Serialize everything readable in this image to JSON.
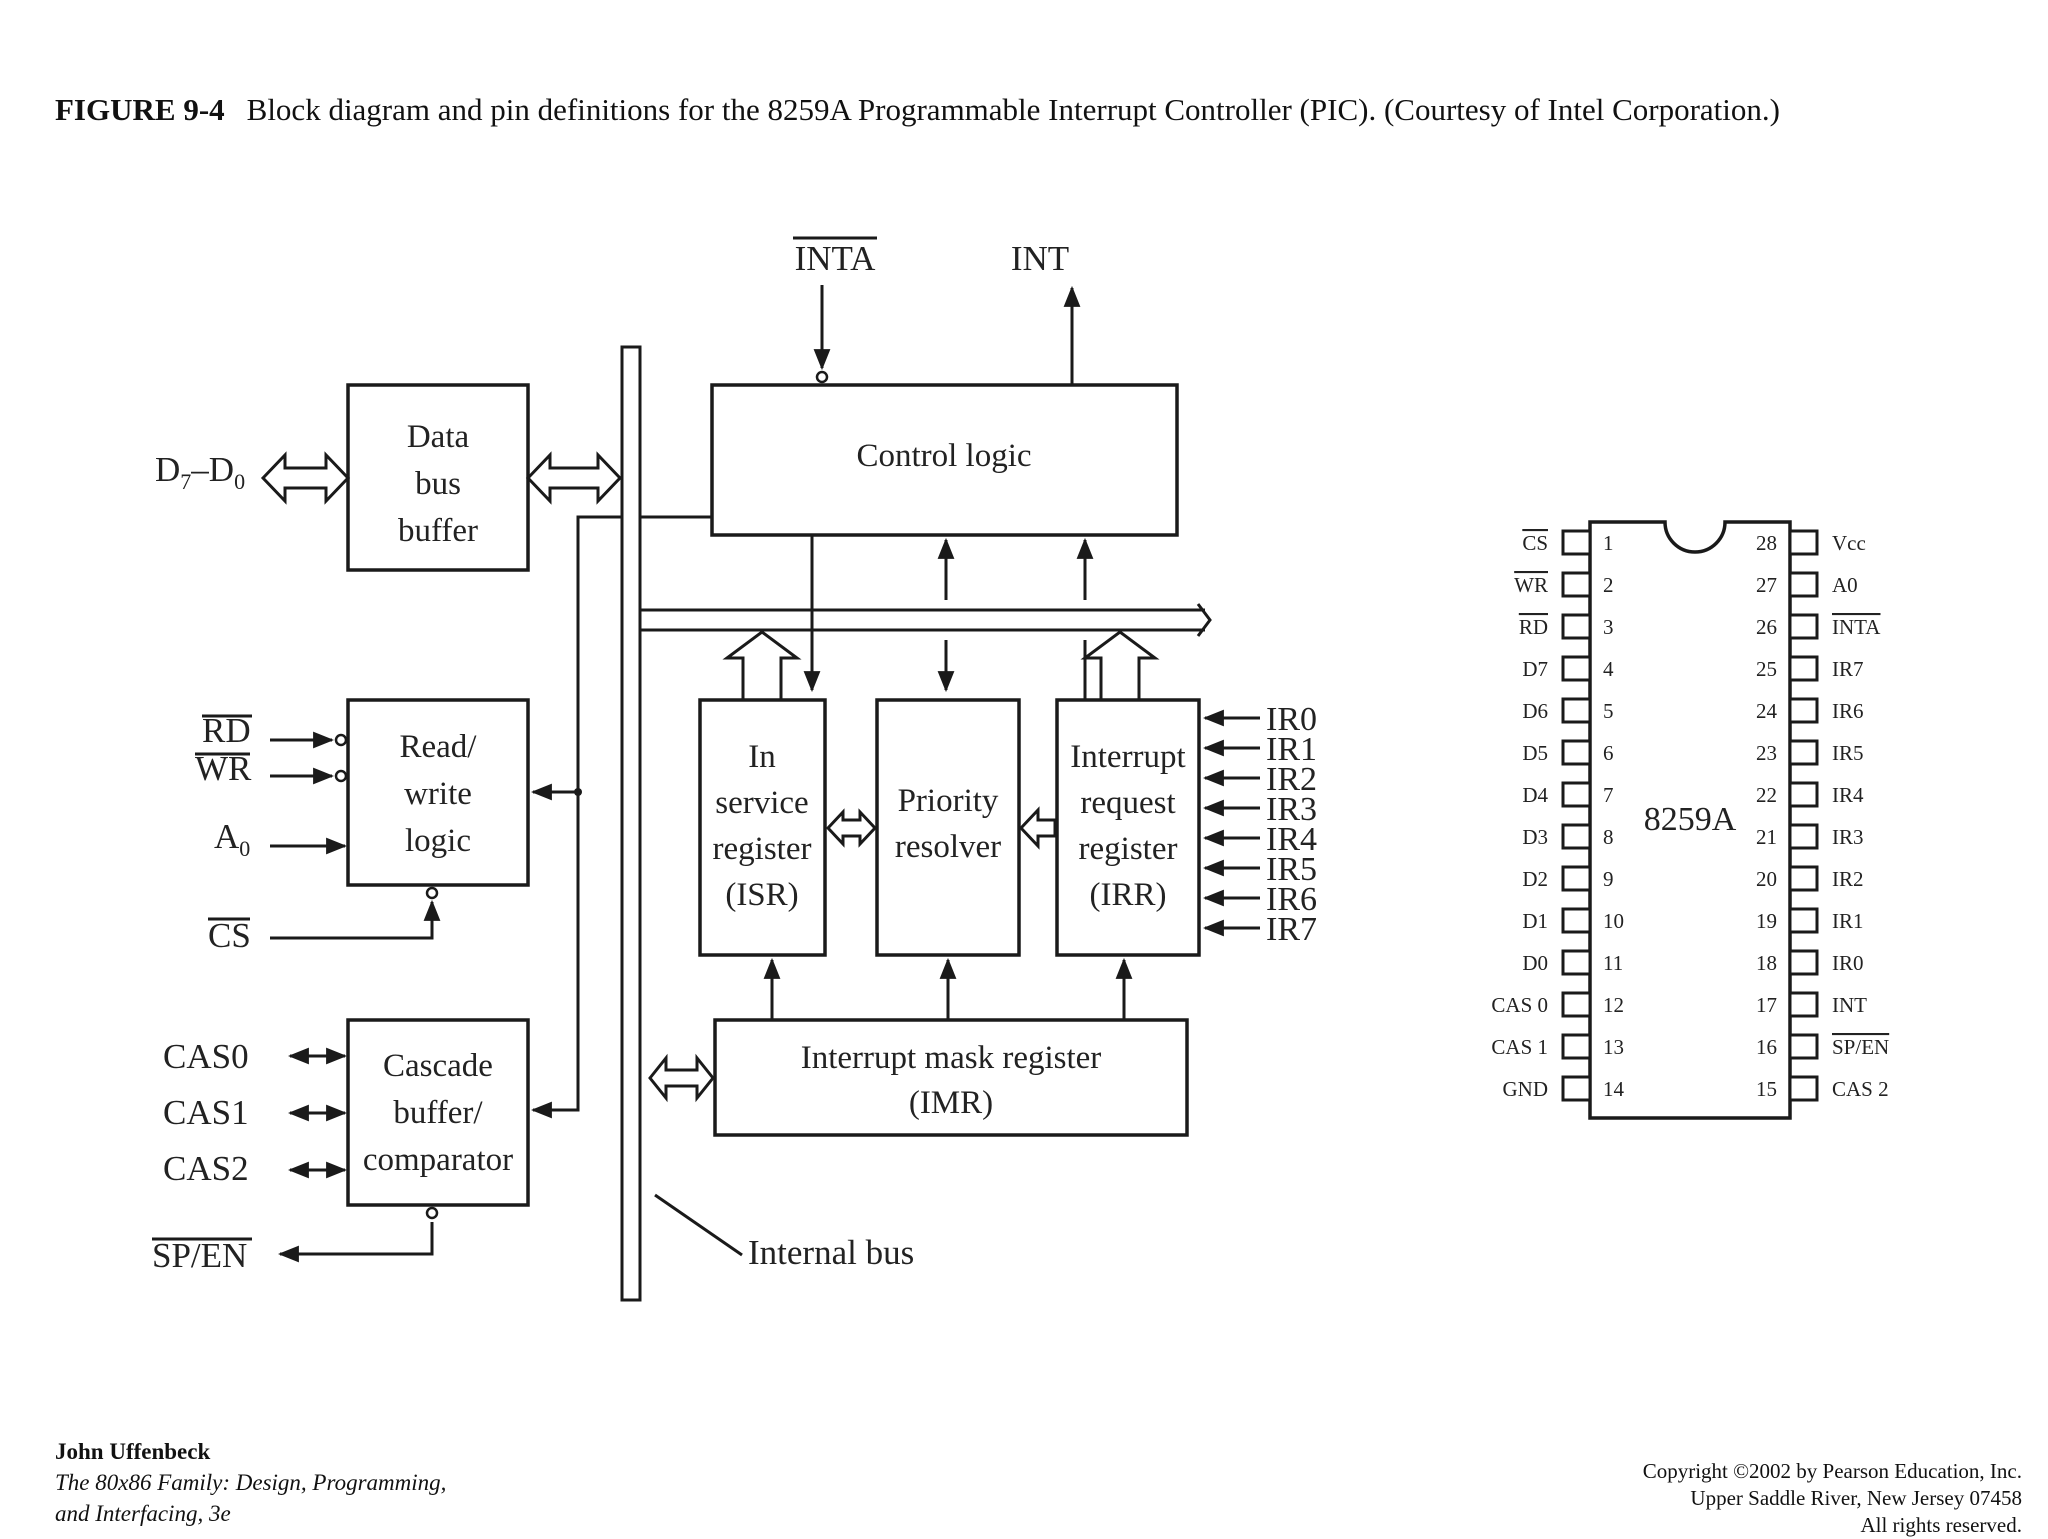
{
  "caption": {
    "figure_label": "FIGURE 9-4",
    "text": "Block diagram and pin definitions for the 8259A Programmable Interrupt Controller (PIC). (Courtesy of Intel Corporation.)"
  },
  "blocks": {
    "data_bus_buffer": [
      "Data",
      "bus",
      "buffer"
    ],
    "read_write_logic": [
      "Read/",
      "write",
      "logic"
    ],
    "cascade_buffer": [
      "Cascade",
      "buffer/",
      "comparator"
    ],
    "control_logic": "Control logic",
    "isr": [
      "In",
      "service",
      "register",
      "(ISR)"
    ],
    "priority_resolver": [
      "Priority",
      "resolver"
    ],
    "irr": [
      "Interrupt",
      "request",
      "register",
      "(IRR)"
    ],
    "imr": [
      "Interrupt mask register",
      "(IMR)"
    ]
  },
  "signals": {
    "d7_d0": "D7–D0",
    "rd": "RD",
    "wr": "WR",
    "a0": "A0",
    "cs": "CS",
    "cas0": "CAS0",
    "cas1": "CAS1",
    "cas2": "CAS2",
    "sp_en": "SP/EN",
    "inta": "INTA",
    "int": "INT",
    "internal_bus": "Internal bus",
    "ir_inputs": [
      "IR0",
      "IR1",
      "IR2",
      "IR3",
      "IR4",
      "IR5",
      "IR6",
      "IR7"
    ]
  },
  "chip": {
    "name": "8259A",
    "left_pins": [
      {
        "num": "1",
        "label": "CS",
        "overbar": true
      },
      {
        "num": "2",
        "label": "WR",
        "overbar": true
      },
      {
        "num": "3",
        "label": "RD",
        "overbar": true
      },
      {
        "num": "4",
        "label": "D7"
      },
      {
        "num": "5",
        "label": "D6"
      },
      {
        "num": "6",
        "label": "D5"
      },
      {
        "num": "7",
        "label": "D4"
      },
      {
        "num": "8",
        "label": "D3"
      },
      {
        "num": "9",
        "label": "D2"
      },
      {
        "num": "10",
        "label": "D1"
      },
      {
        "num": "11",
        "label": "D0"
      },
      {
        "num": "12",
        "label": "CAS 0"
      },
      {
        "num": "13",
        "label": "CAS 1"
      },
      {
        "num": "14",
        "label": "GND"
      }
    ],
    "right_pins": [
      {
        "num": "28",
        "label": "Vcc"
      },
      {
        "num": "27",
        "label": "A0"
      },
      {
        "num": "26",
        "label": "INTA",
        "overbar": true
      },
      {
        "num": "25",
        "label": "IR7"
      },
      {
        "num": "24",
        "label": "IR6"
      },
      {
        "num": "23",
        "label": "IR5"
      },
      {
        "num": "22",
        "label": "IR4"
      },
      {
        "num": "21",
        "label": "IR3"
      },
      {
        "num": "20",
        "label": "IR2"
      },
      {
        "num": "19",
        "label": "IR1"
      },
      {
        "num": "18",
        "label": "IR0"
      },
      {
        "num": "17",
        "label": "INT"
      },
      {
        "num": "16",
        "label": "SP/EN",
        "overbar": true
      },
      {
        "num": "15",
        "label": "CAS 2"
      }
    ]
  },
  "footer": {
    "author": "John Uffenbeck",
    "book_line1": "The 80x86 Family:  Design, Programming,",
    "book_line2": "and Interfacing, 3e",
    "copyright1": "Copyright ©2002 by Pearson Education, Inc.",
    "copyright2": "Upper Saddle River, New Jersey 07458",
    "copyright3": "All rights reserved."
  }
}
